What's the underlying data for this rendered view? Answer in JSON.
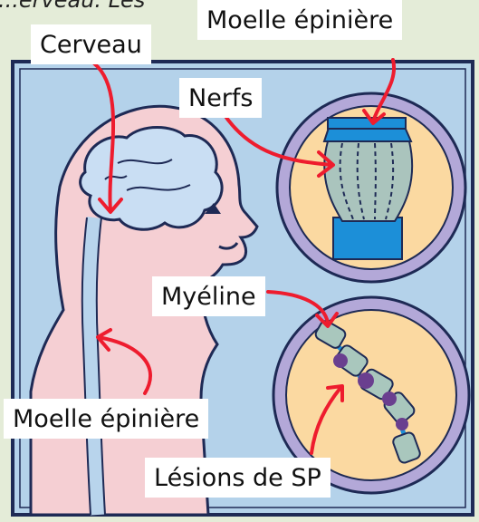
{
  "caption_fragment": "...erveau. Les",
  "labels": {
    "cerveau": "Cerveau",
    "moelle_top": "Moelle épinière",
    "nerfs": "Nerfs",
    "myeline": "Myéline",
    "moelle_bottom": "Moelle épinière",
    "lesions": "Lésions de SP"
  },
  "colors": {
    "page_bg": "#e4ecd8",
    "panel_bg": "#b4d2ea",
    "skin": "#f5cfd3",
    "brain": "#c9def3",
    "spine": "#b8d4ec",
    "circle_ring": "#b3a8d8",
    "circle_fill": "#fbd9a1",
    "cord_blue": "#1c8fd8",
    "nerve_fill": "#aac4bd",
    "myelin": "#a9c7bd",
    "lesion": "#6a3f8f",
    "arrow": "#ee1c2e",
    "outline": "#1e2a55"
  }
}
